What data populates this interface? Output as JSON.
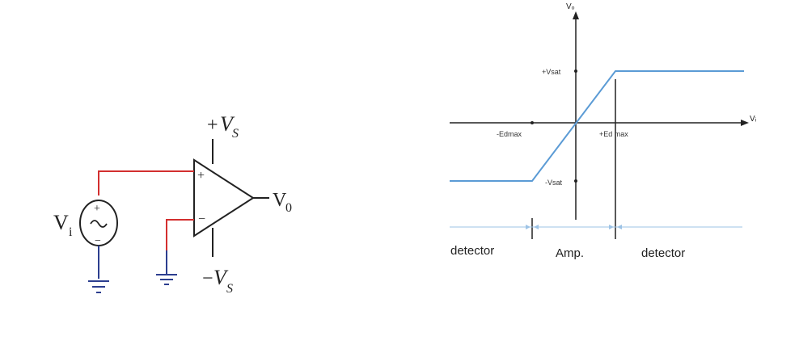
{
  "circuit": {
    "supply_pos": {
      "sign": "+",
      "symbol": "V",
      "sub": "S"
    },
    "supply_neg": {
      "sign": "−",
      "symbol": "V",
      "sub": "S"
    },
    "input_source": {
      "symbol": "V",
      "sub": "i",
      "plus": "+",
      "minus": "−"
    },
    "opamp": {
      "noninverting": "+",
      "inverting": "−"
    },
    "output": {
      "symbol": "V",
      "sub": "0"
    },
    "colors": {
      "wire": "#222222",
      "input_wire": "#d32f2f",
      "ground": "#2c3e8f"
    }
  },
  "transfer": {
    "axis_y_label": "Vₒ",
    "axis_x_label": "Vᵢ",
    "pos_sat": "+Vsat",
    "neg_sat": "-Vsat",
    "neg_ed": "-Edmax",
    "pos_ed": "+Ed max",
    "regions": [
      "detector",
      "Amp.",
      "detector"
    ],
    "colors": {
      "curve": "#5b9bd5",
      "axis": "#222222",
      "divider": "#9dc3e6"
    }
  }
}
